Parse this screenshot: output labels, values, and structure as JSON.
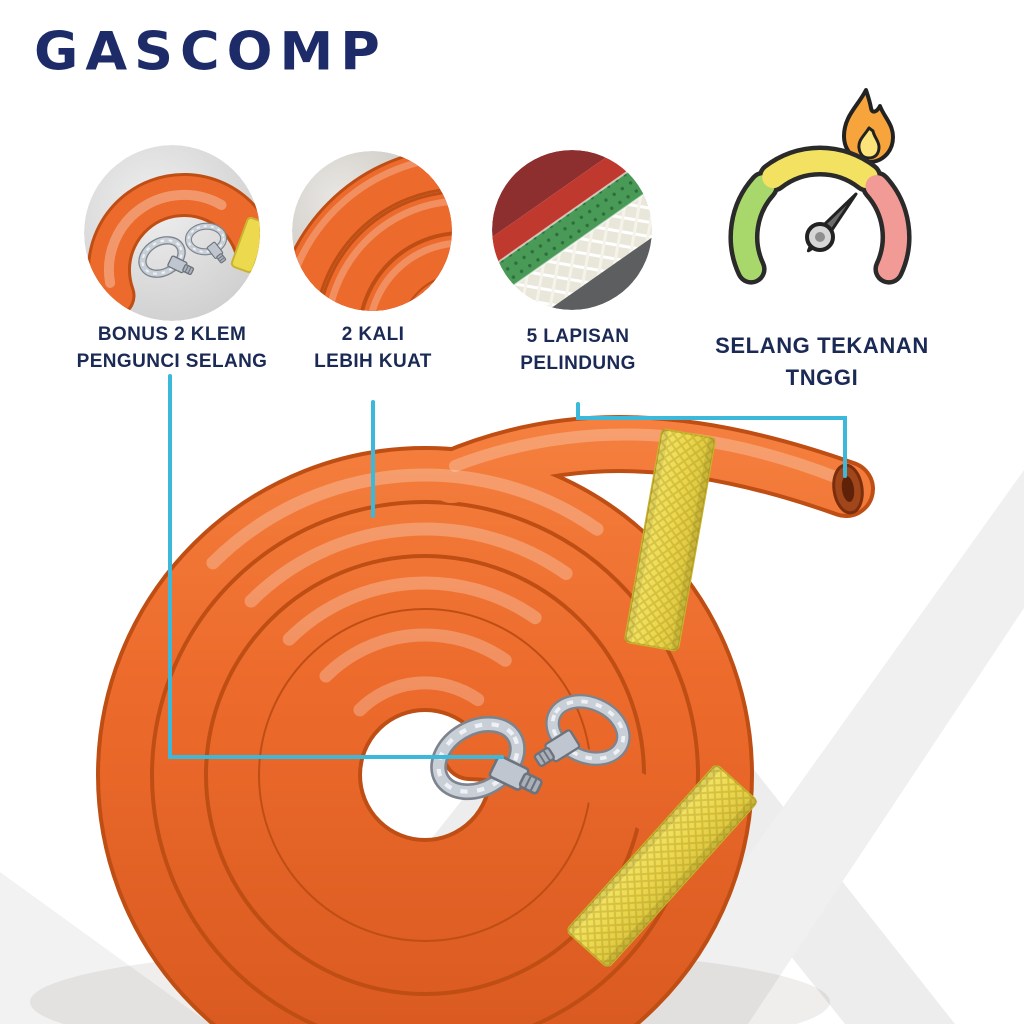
{
  "brand": {
    "name": "GASCOMP"
  },
  "features": [
    {
      "label_line1": "BONUS  2 KLEM",
      "label_line2": "PENGUNCI SELANG",
      "photo": "hose-with-two-clamps"
    },
    {
      "label_line1": "2 KALI",
      "label_line2": "LEBIH KUAT",
      "photo": "hose-coil-closeup"
    },
    {
      "label_line1": "5 LAPISAN",
      "label_line2": "PELINDUNG",
      "photo": "hose-protective-layers"
    }
  ],
  "highlight": {
    "label_line1": "SELANG TEKANAN",
    "label_line2": "TNGGI",
    "icon": "pressure-gauge-with-flame"
  },
  "colors": {
    "brand-navy": "#1d2c69",
    "text-navy": "#1b2a55",
    "callout-cyan": "#3cb8da",
    "hose-orange": "#ec6a2b",
    "hose-orange-dark": "#bf4e14",
    "strap-yellow": "#ecd94e",
    "gauge-green": "#a8d86b",
    "gauge-yellow": "#f3e262",
    "gauge-red": "#f29a95",
    "clamp-silver": "#c9cfd7"
  }
}
